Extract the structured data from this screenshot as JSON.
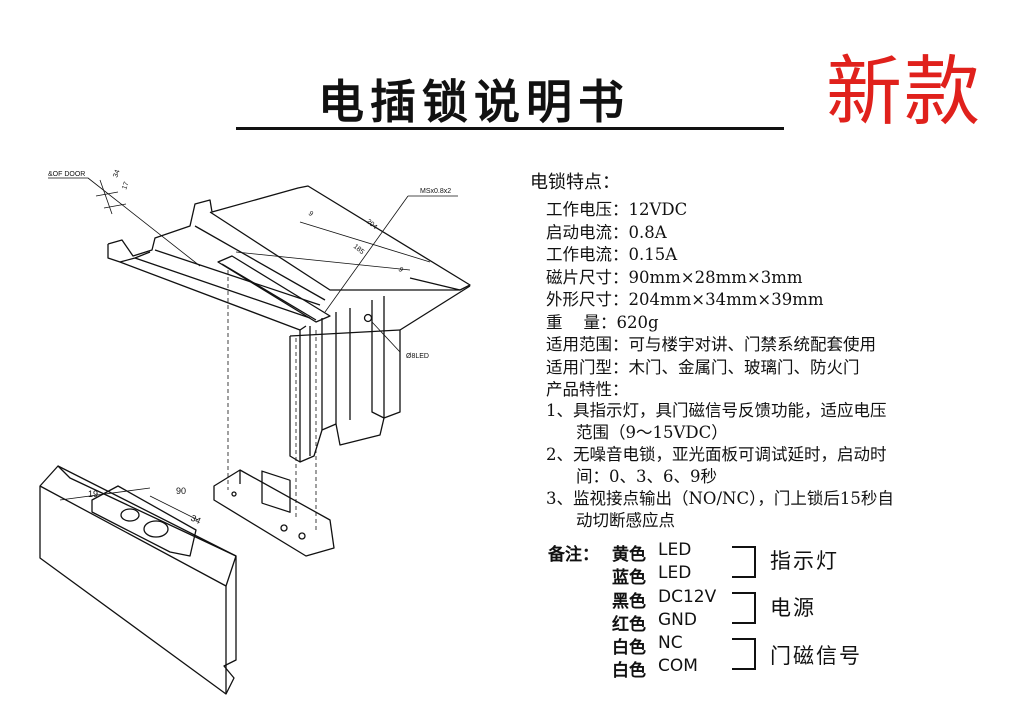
{
  "header": {
    "title": "电插锁说明书",
    "badge": "新款",
    "badge_color": "#e0211c"
  },
  "drawing": {
    "labels": {
      "door_edge": "&OF DOOR",
      "dim_34_top": "34",
      "dim_17": "17",
      "screw": "MSx0.8x2",
      "dim_204": "204",
      "dim_185": "185",
      "dim_9a": "9",
      "dim_9b": "9",
      "led": "Ø8LED",
      "dim_19": "19",
      "dim_90": "90",
      "dim_34_plate": "34"
    }
  },
  "specs": {
    "heading": "电锁特点：",
    "items": [
      "工作电压：12VDC",
      "启动电流：0.8A",
      "工作电流：0.15A",
      "磁片尺寸：90mm×28mm×3mm",
      "外形尺寸：204mm×34mm×39mm",
      "重    量：620g",
      "适用范围：可与楼宇对讲、门禁系统配套使用",
      "适用门型：木门、金属门、玻璃门、防火门",
      "产品特性："
    ],
    "features": [
      "1、具指示灯，具门磁信号反馈功能，适应电压",
      "范围（9～15VDC）",
      "2、无噪音电锁，亚光面板可调试延时，启动时",
      "间：0、3、6、9秒",
      "3、监视接点输出（NO/NC），门上锁后15秒自",
      "动切断感应点"
    ]
  },
  "notes": {
    "prefix": "备注：",
    "wires": [
      {
        "color": "黄色",
        "code": "LED"
      },
      {
        "color": "蓝色",
        "code": "LED"
      },
      {
        "color": "黑色",
        "code": "DC12V"
      },
      {
        "color": "红色",
        "code": "GND"
      },
      {
        "color": "白色",
        "code": "NC"
      },
      {
        "color": "白色",
        "code": "COM"
      }
    ],
    "groups": [
      "指示灯",
      "电源",
      "门磁信号"
    ]
  }
}
